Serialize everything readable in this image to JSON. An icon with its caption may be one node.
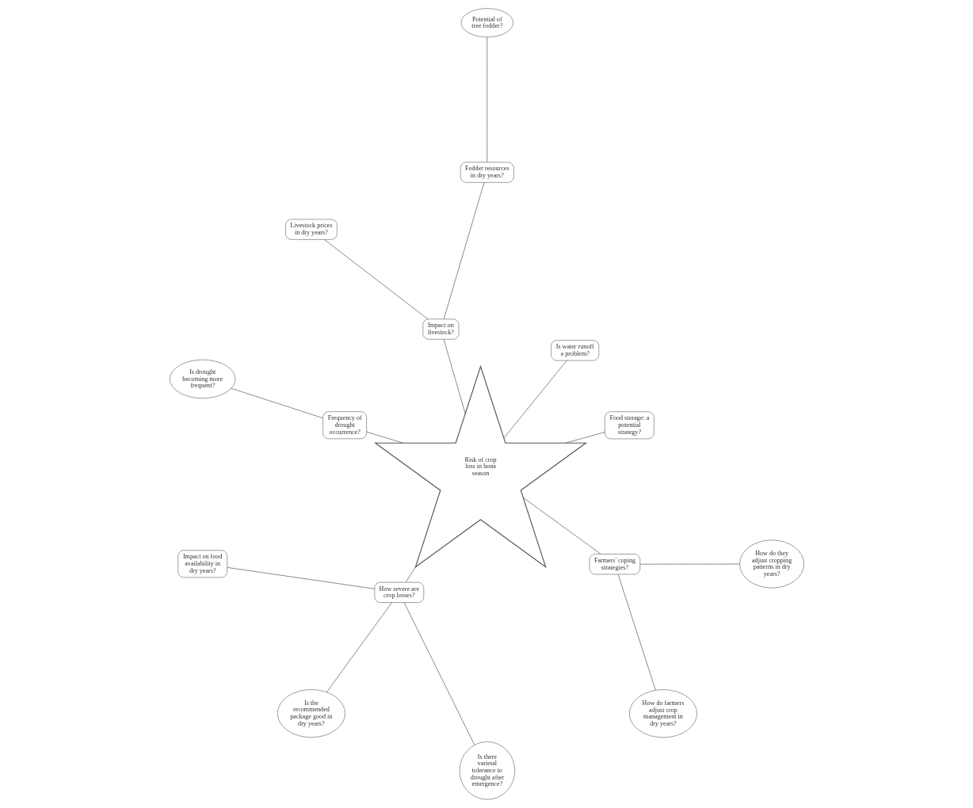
{
  "diagram": {
    "nodes": [
      {
        "text": [
          "Risk of crop loss in bona season"
        ]
      },
      {
        "text": [
          "Fodder resources in dry years?"
        ]
      },
      {
        "text": [
          "Food storage: a potential strategy?"
        ]
      },
      {
        "text": [
          "Is water runoff a problem?"
        ]
      },
      {
        "text": [
          "Is drought becoming more frequent?"
        ]
      },
      {
        "text": [
          "Impact on livestock?"
        ]
      },
      {
        "text": [
          "Potential of tree fodder?"
        ]
      },
      {
        "text": [
          "Frequency of drought occurrence?"
        ]
      },
      {
        "text": [
          "Impact on food availability in dry years?"
        ]
      },
      {
        "text": [
          "Livestock prices in dry years?"
        ]
      },
      {
        "text": [
          "How severe are crop losses?"
        ]
      },
      {
        "text": [
          "Farmers' coping strategies?"
        ]
      },
      {
        "text": [
          "Is the recommended package good in dry years?"
        ]
      },
      {
        "text": [
          "How do farmers adjust crop management in dry years?"
        ]
      },
      {
        "text": [
          "How do they adjust cropping patterns in dry years?"
        ]
      },
      {
        "text": [
          "Is there varietal tolerance to drought after emergence?"
        ]
      }
    ],
    "edges": [
      {
        "from": 1,
        "to": 5,
        "arrow": "none"
      },
      {
        "from": 2,
        "to": 0,
        "arrow": "none"
      },
      {
        "from": 3,
        "to": 0,
        "arrow": "none"
      },
      {
        "from": 4,
        "to": 7,
        "arrow": "none"
      },
      {
        "from": 5,
        "to": 0,
        "arrow": "none"
      },
      {
        "from": 6,
        "to": 1,
        "arrow": "none"
      },
      {
        "from": 7,
        "to": 0,
        "arrow": "none"
      },
      {
        "from": 8,
        "to": 10,
        "arrow": "none"
      },
      {
        "from": 9,
        "to": 5,
        "arrow": "none"
      },
      {
        "from": 10,
        "to": 0,
        "arrow": "none"
      },
      {
        "from": 11,
        "to": 0,
        "arrow": "none"
      },
      {
        "from": 12,
        "to": 10,
        "arrow": "none"
      },
      {
        "from": 13,
        "to": 11,
        "arrow": "none"
      },
      {
        "from": 14,
        "to": 11,
        "arrow": "none"
      },
      {
        "from": 15,
        "to": 10,
        "arrow": "none"
      }
    ]
  }
}
